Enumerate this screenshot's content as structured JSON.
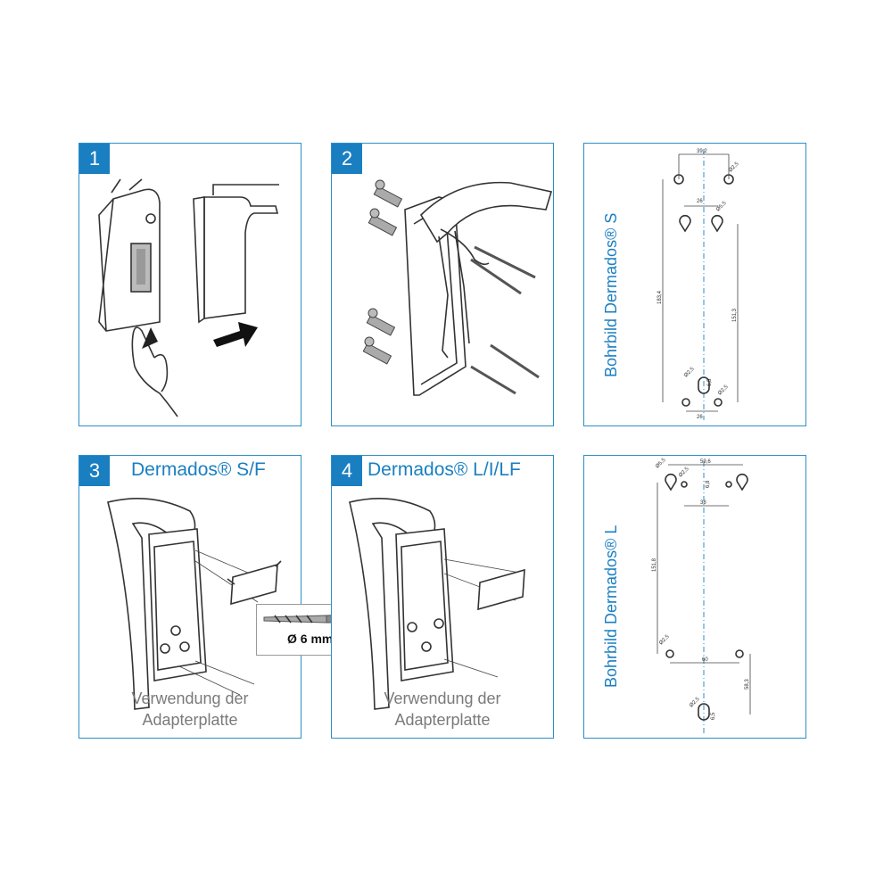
{
  "panels": [
    {
      "number": "1"
    },
    {
      "number": "2"
    },
    {
      "number": "3",
      "title": "Dermados® S/F",
      "caption_line1": "Verwendung der",
      "caption_line2": "Adapterplatte",
      "inset_label": "Ø 6 mm"
    },
    {
      "number": "4",
      "title": "Dermados® L/I/LF",
      "caption_line1": "Verwendung der",
      "caption_line2": "Adapterplatte"
    }
  ],
  "drawings": [
    {
      "title": "Bohrbild Dermados® S",
      "dims": {
        "top_width": "39,2",
        "hole_dia_top": "Ø2,5",
        "mid_width": "26",
        "hole_dia_mid": "Ø5,5",
        "height_total": "183,4",
        "height_inner": "151,3",
        "hole_dia_bottom": "Ø2,5",
        "slot": "6,5",
        "hole_dia_bottom2": "Ø2,5",
        "bottom_width": "26"
      }
    },
    {
      "title": "Bohrbild Dermados® L",
      "dims": {
        "top_width": "59,6",
        "hole_dia_top": "Ø5,5",
        "hole_dia_top2": "Ø2,5",
        "small_h": "6,8",
        "mid_width": "38",
        "height_total": "151,8",
        "hole_dia_low": "Ø2,5",
        "low_width": "60",
        "height_right": "58,3",
        "hole_dia_bottom": "Ø2,5",
        "slot": "6,5"
      }
    }
  ],
  "colors": {
    "accent": "#1a7fc1",
    "border": "#2b8fc8",
    "caption": "#7a7a7a",
    "line": "#333333"
  }
}
